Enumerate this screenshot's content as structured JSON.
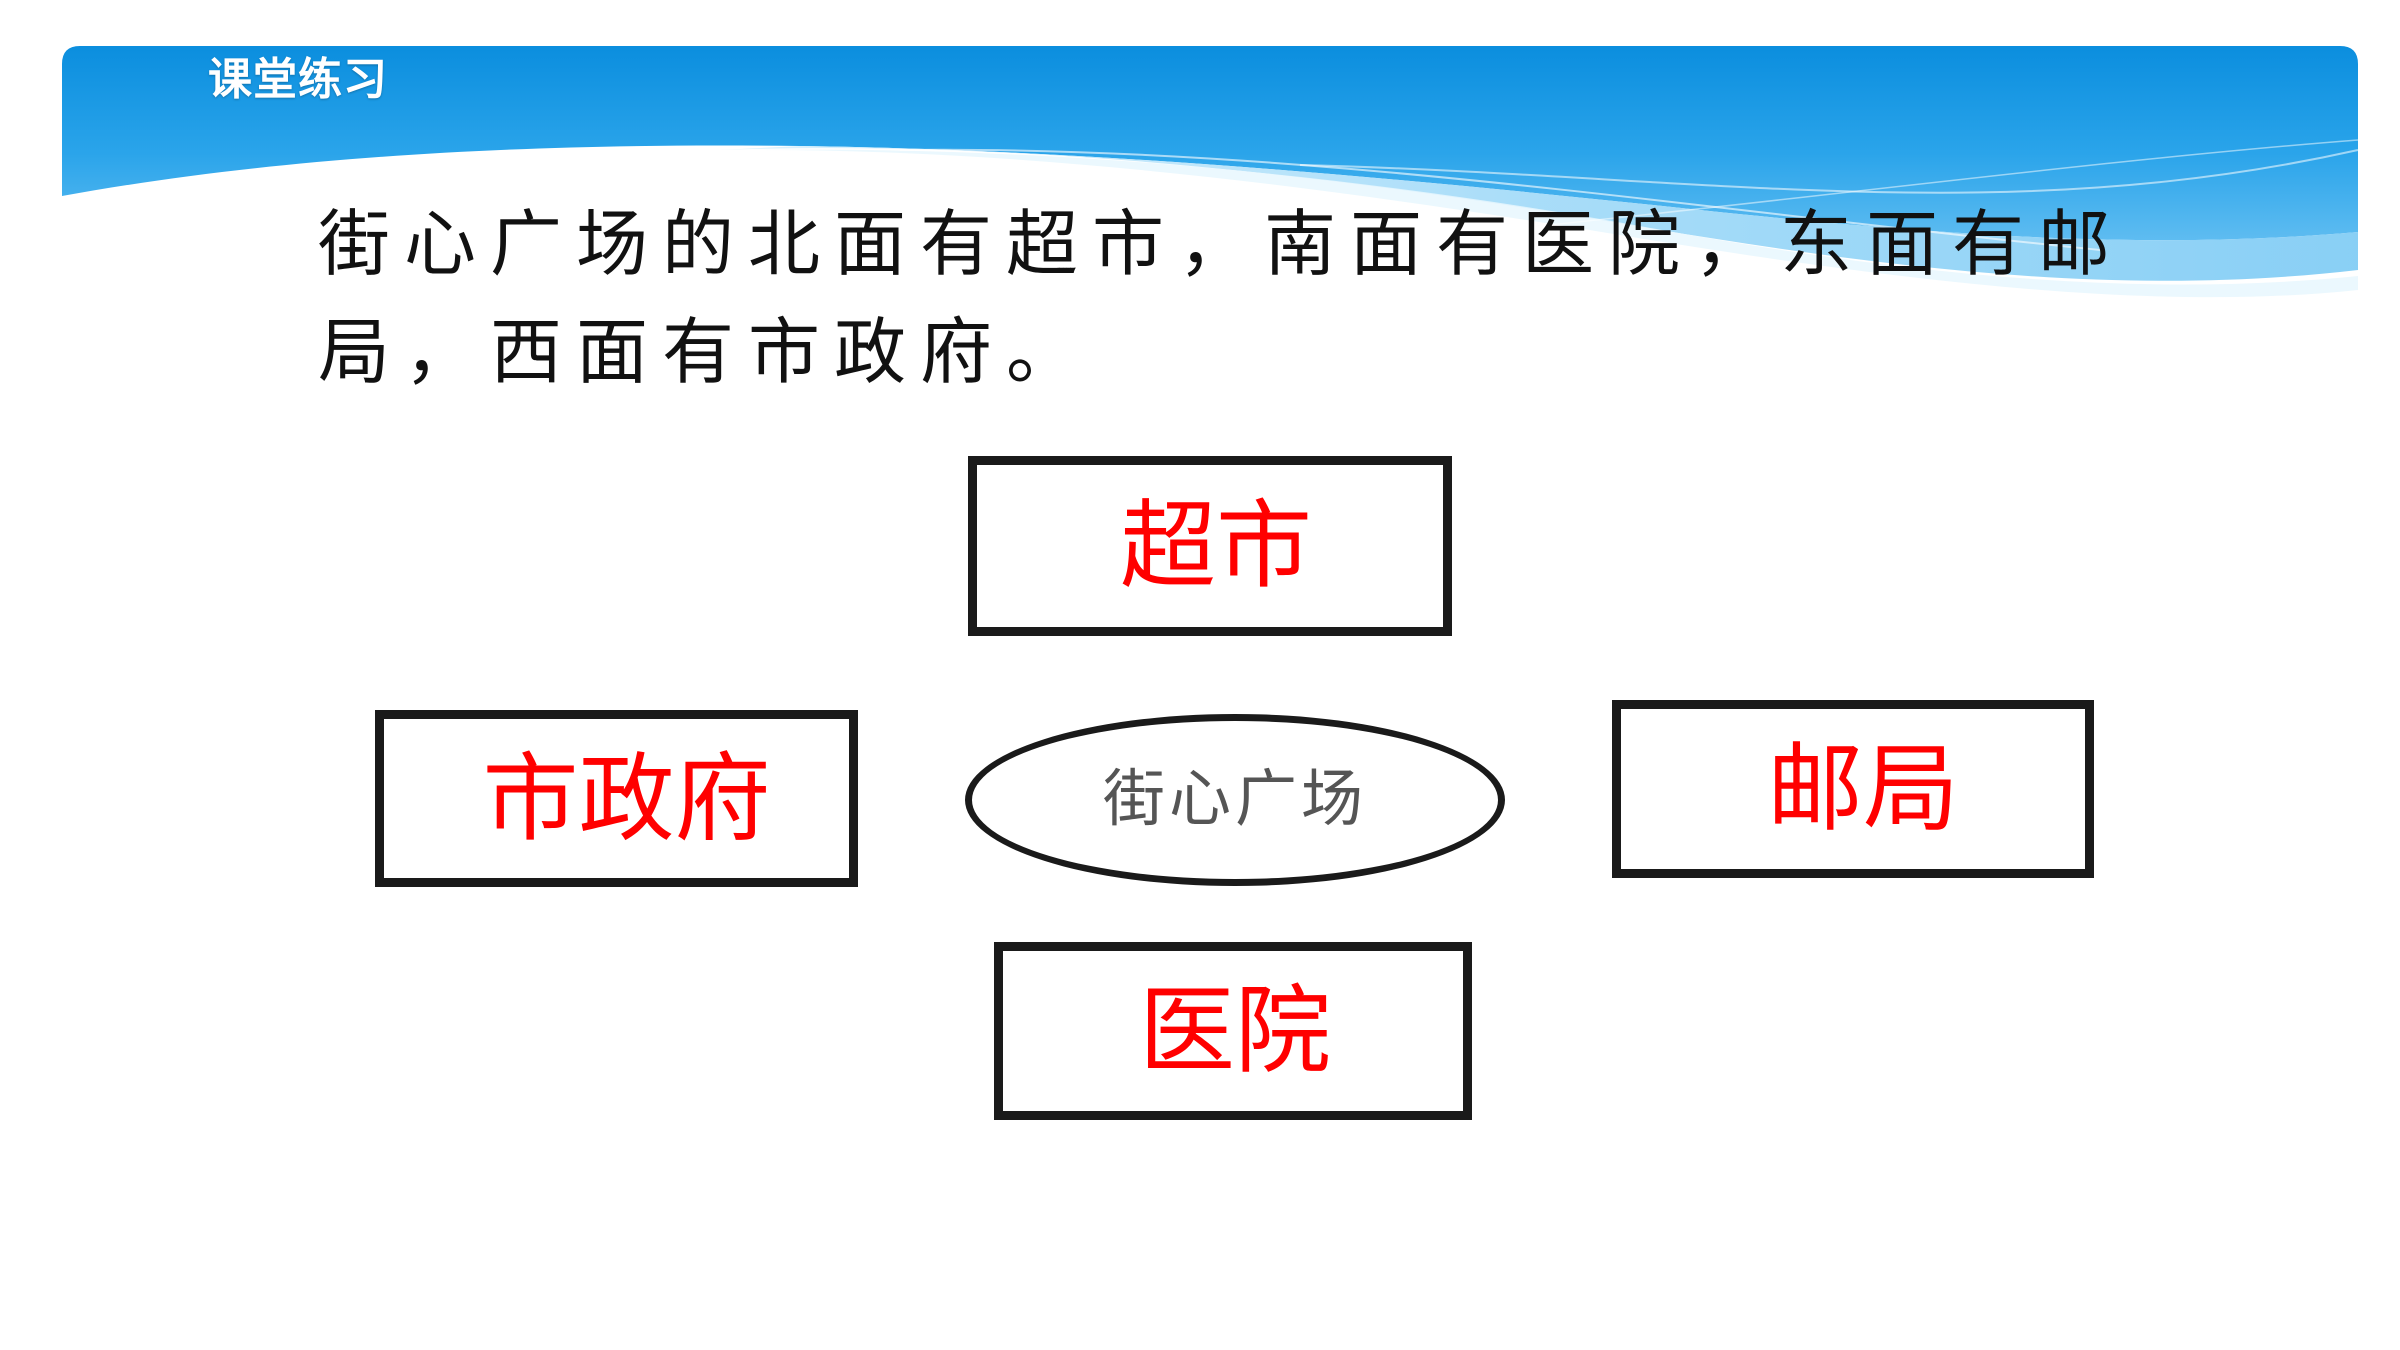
{
  "header": {
    "section_title": "课堂练习"
  },
  "question": {
    "text": "街心广场的北面有超市，南面有医院，东面有邮局，西面有市政府。"
  },
  "diagram": {
    "center": "街心广场",
    "north": "超市",
    "south": "医院",
    "east": "邮局",
    "west": "市政府"
  },
  "colors": {
    "banner_top": "#0b8ede",
    "banner_light": "#bfe6fb",
    "answer_text": "#ff0000",
    "box_border": "#1a1a1a"
  }
}
